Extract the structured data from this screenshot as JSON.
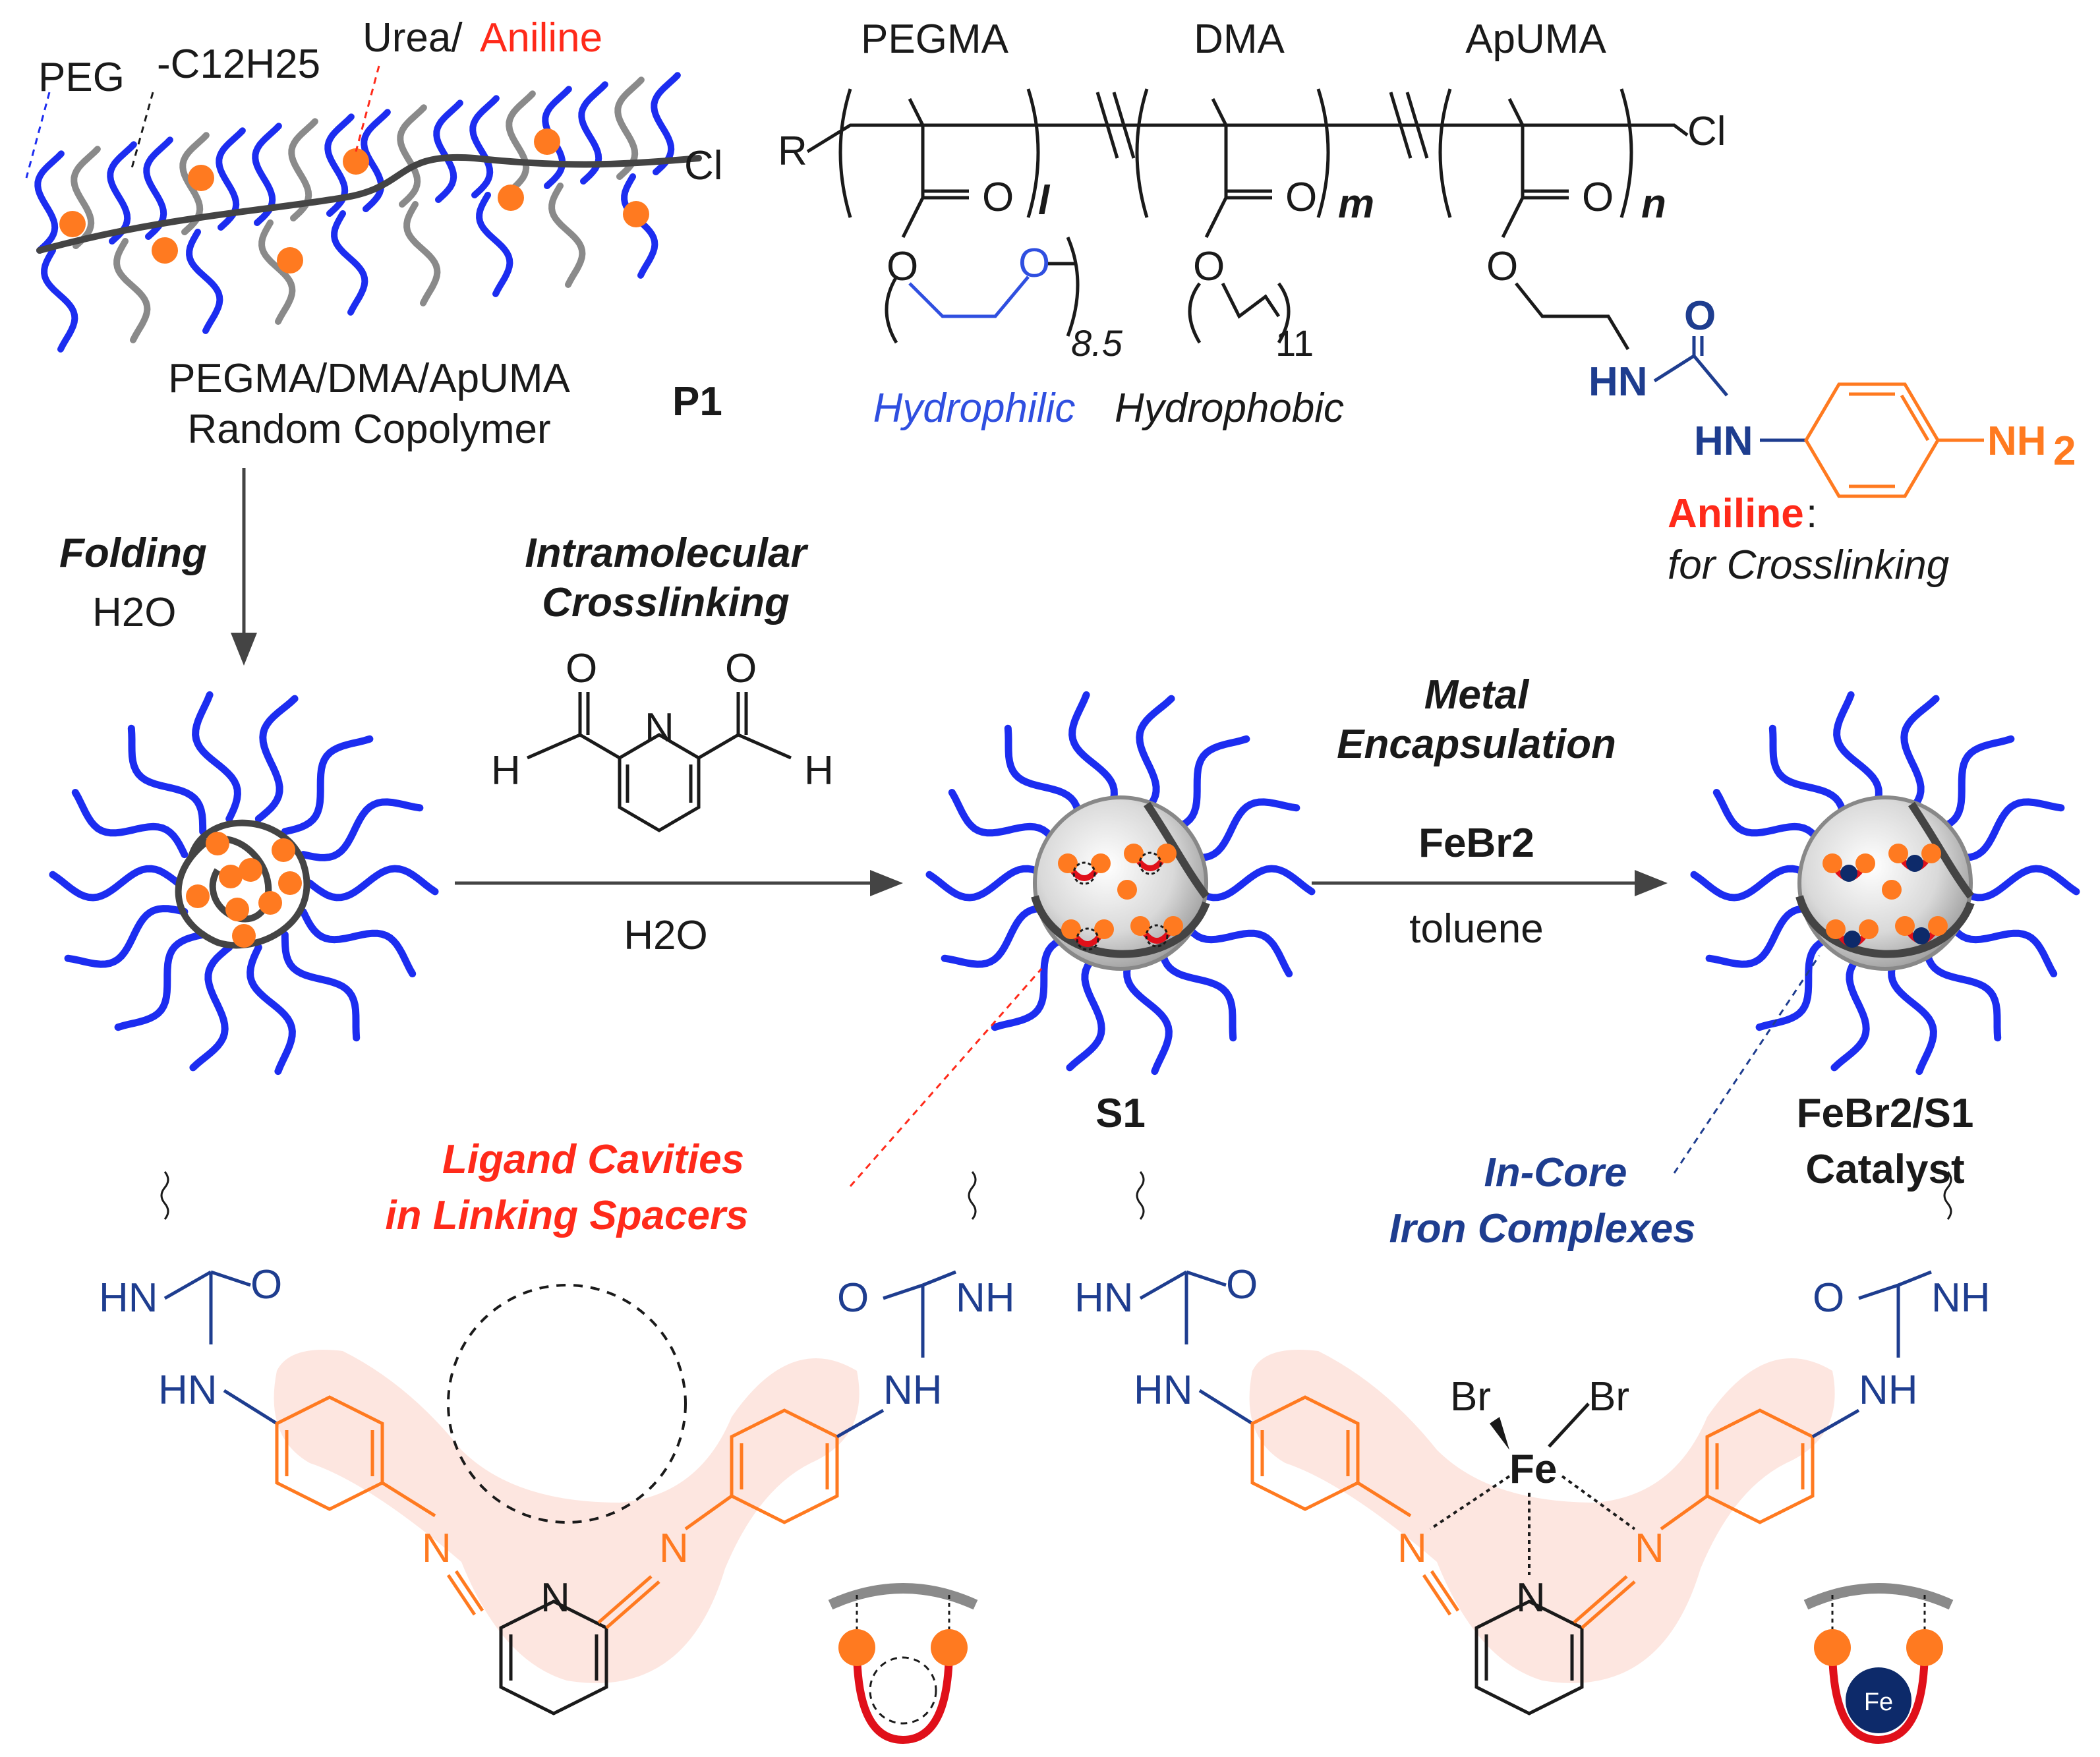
{
  "colors": {
    "peg": "#1c2df0",
    "alkyl": "#8a8a8a",
    "backbone": "#444444",
    "aniline": "#ff7a20",
    "crosslink": "#e0101a",
    "iron": "#0d2a6a",
    "label_red": "#ff2a1a",
    "label_blue": "#1e3d8f",
    "hydrophilic_blue": "#2f4fe0"
  },
  "p1": {
    "peg_label": "PEG",
    "alkyl_label": "-C12H25",
    "urea_label": "Urea/",
    "aniline_label": "Aniline",
    "chain_end": "Cl",
    "name_line1": "PEGMA/DMA/ApUMA",
    "name_line2": "Random Copolymer",
    "id": "P1"
  },
  "polymer": {
    "block1": "PEGMA",
    "block2": "DMA",
    "block3": "ApUMA",
    "r_group": "R",
    "end_group": "Cl",
    "sub_l": "l",
    "sub_m": "m",
    "sub_n": "n",
    "peg_repeat": "8.5",
    "alkyl_repeat": "11",
    "hydrophilic": "Hydrophilic",
    "hydrophobic": "Hydrophobic",
    "aniline_note_bold": "Aniline",
    "aniline_note_colon": ":",
    "aniline_note_line2": "for Crosslinking"
  },
  "steps": {
    "folding": "Folding",
    "folding_solvent": "H2O",
    "crosslink_line1": "Intramolecular",
    "crosslink_line2": "Crosslinking",
    "crosslink_solvent": "H2O",
    "metal_line1": "Metal",
    "metal_line2": "Encapsulation",
    "metal_reagent": "FeBr2",
    "metal_solvent": "toluene"
  },
  "products": {
    "s1": "S1",
    "catalyst_line1": "FeBr2/S1",
    "catalyst_line2": "Catalyst"
  },
  "callouts": {
    "ligand_line1": "Ligand Cavities",
    "ligand_line2": "in Linking Spacers",
    "iron_line1": "In-Core",
    "iron_line2": "Iron Complexes"
  },
  "fe_icon_label": "Fe"
}
